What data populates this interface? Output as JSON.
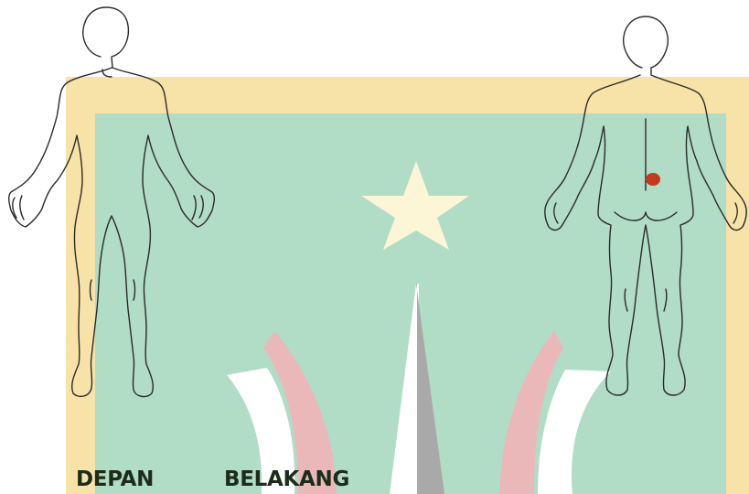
{
  "colors": {
    "border": "#f7e2a8",
    "background": "#b1dcc6",
    "star": "#fcf6d6",
    "pink": "#ebb8ba",
    "white": "#ffffff",
    "monument_gray": "#a9a9a9",
    "outline": "#2b2b2b",
    "pain_marker": "#c23a1f",
    "label": "#1d2c1a"
  },
  "labels": {
    "front": "DEPAN",
    "back": "BELAKANG"
  },
  "markers": [
    {
      "view": "back",
      "region": "lower-back"
    }
  ]
}
